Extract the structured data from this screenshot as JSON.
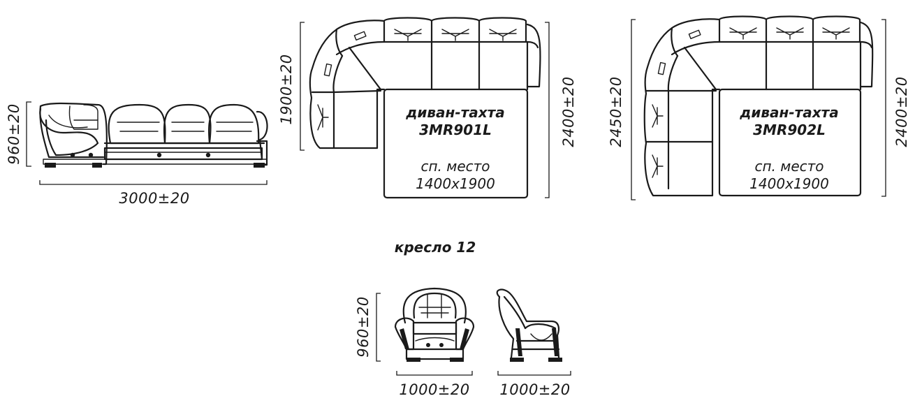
{
  "sofa_straight": {
    "height_dim": "960±20",
    "width_dim": "3000±20"
  },
  "sofa_left": {
    "height_left_dim": "1900±20",
    "height_right_dim": "2400±20",
    "name_line1": "диван-тахта",
    "name_line2": "3MR901L",
    "bed_line1": "сп. место",
    "bed_line2": "1400x1900"
  },
  "sofa_right": {
    "height_left_dim": "2450±20",
    "height_right_dim": "2400±20",
    "name_line1": "диван-тахта",
    "name_line2": "3MR902L",
    "bed_line1": "сп. место",
    "bed_line2": "1400x1900"
  },
  "armchair": {
    "title": "кресло 12",
    "height_dim": "960±20",
    "front_width_dim": "1000±20",
    "side_width_dim": "1000±20"
  }
}
